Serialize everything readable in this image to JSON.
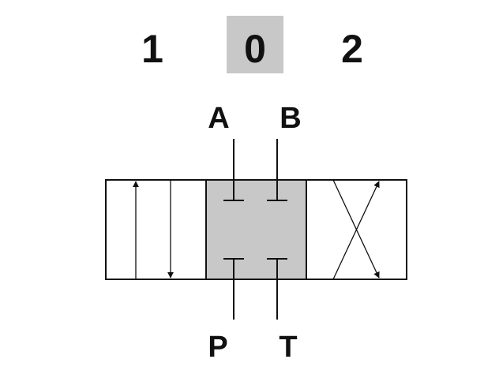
{
  "positions": {
    "left": "1",
    "center": "0",
    "right": "2",
    "active": "0"
  },
  "ports": {
    "a": "A",
    "b": "B",
    "p": "P",
    "t": "T"
  },
  "colors": {
    "highlight": "#c8c8c8",
    "line": "#111111",
    "background": "#ffffff"
  }
}
